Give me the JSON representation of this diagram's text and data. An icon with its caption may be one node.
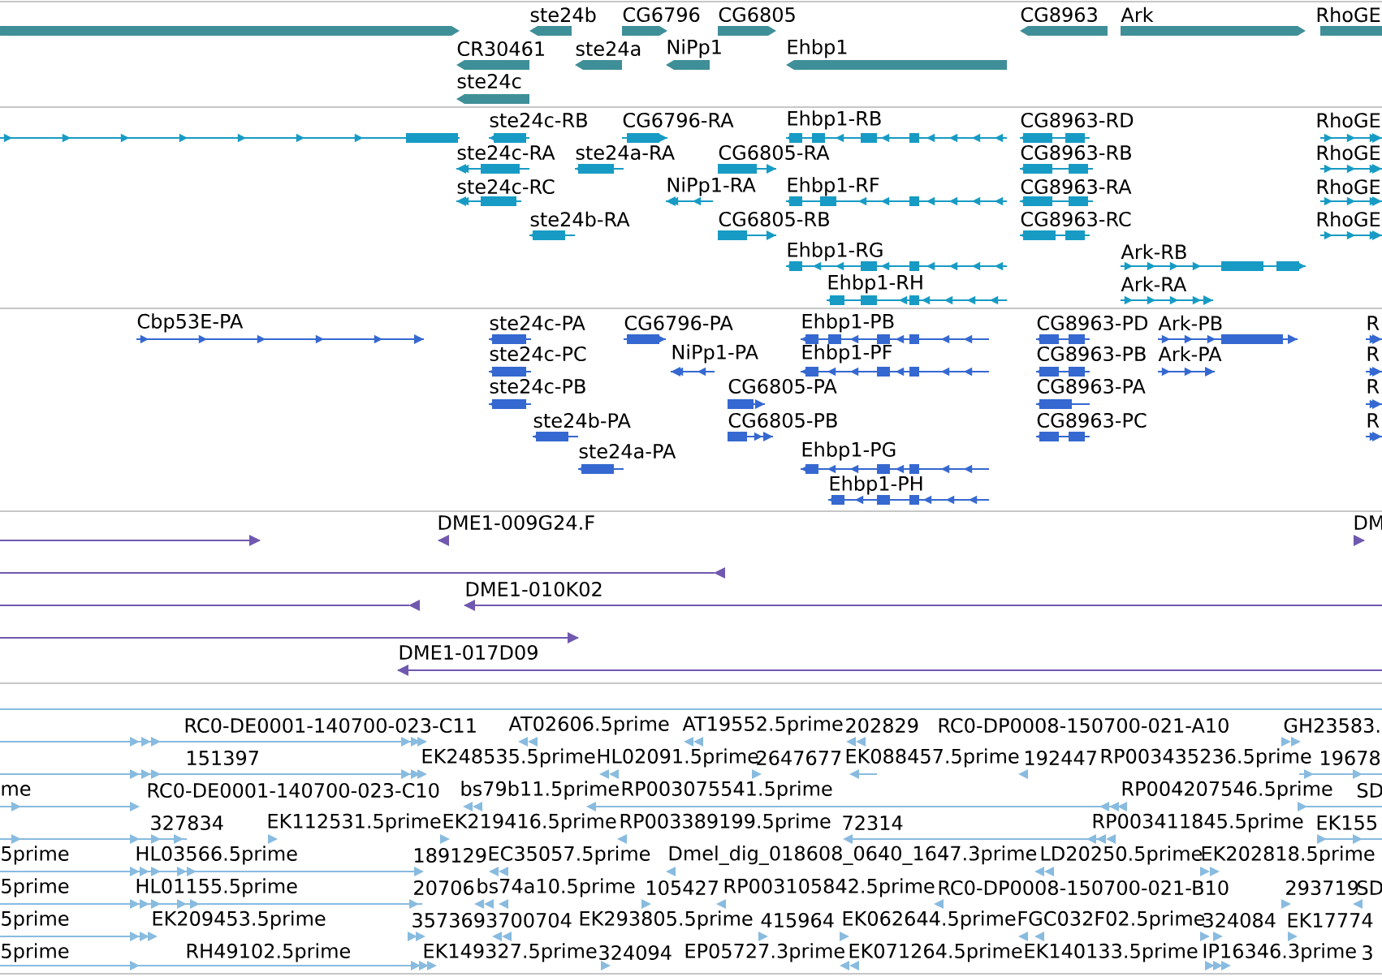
{
  "diagram": {
    "labels": [
      "ste24b",
      "CG6796",
      "CG6805",
      "CG8963",
      "Ark",
      "RhoGE",
      "CR30461",
      "ste24a",
      "NiPp1",
      "Ehbp1",
      "ste24c",
      "ste24c-RB",
      "CG6796-RA",
      "Ehbp1-RB",
      "CG8963-RD",
      "RhoGE",
      "ste24c-RA",
      "ste24a-RA",
      "CG6805-RA",
      "CG8963-RB",
      "RhoGE",
      "ste24c-RC",
      "NiPp1-RA",
      "Ehbp1-RF",
      "CG8963-RA",
      "RhoGE",
      "ste24b-RA",
      "CG6805-RB",
      "CG8963-RC",
      "RhoGE",
      "Ehbp1-RG",
      "Ark-RB",
      "Ehbp1-RH",
      "Ark-RA",
      "Cbp53E-PA",
      "ste24c-PA",
      "CG6796-PA",
      "Ehbp1-PB",
      "CG8963-PD",
      "Ark-PB",
      "R",
      "ste24c-PC",
      "NiPp1-PA",
      "Ehbp1-PF",
      "CG8963-PB",
      "Ark-PA",
      "R",
      "ste24c-PB",
      "CG6805-PA",
      "CG8963-PA",
      "R",
      "ste24b-PA",
      "CG6805-PB",
      "CG8963-PC",
      "R",
      "ste24a-PA",
      "Ehbp1-PG",
      "Ehbp1-PH",
      "DME1-009G24.F",
      "DM",
      "DME1-010K02",
      "DME1-017D09",
      "RC0-DE0001-140700-023-C11",
      "AT02606.5prime",
      "AT19552.5prime",
      "202829",
      "RC0-DP0008-150700-021-A10",
      "GH23583.",
      "151397",
      "EK248535.5prime",
      "HL02091.5prime",
      "2647677",
      "EK088457.5prime",
      "192447",
      "RP003435236.5prime",
      "19678",
      "me",
      "RC0-DE0001-140700-023-C10",
      "bs79b11.5prime",
      "RP003075541.5prime",
      "RP004207546.5prime",
      "SD",
      "327834",
      "EK112531.5prime",
      "EK219416.5prime",
      "RP003389199.5prime",
      "72314",
      "RP003411845.5prime",
      "EK155",
      "5prime",
      "HL03566.5prime",
      "189129",
      "EC35057.5prime",
      "Dmel_dig_018608_0640_1647.3prime",
      "LD20250.5prime",
      "EK202818.5prime",
      "5prime",
      "HL01155.5prime",
      "20706",
      "bs74a10.5prime",
      "105427",
      "RP003105842.5prime",
      "RC0-DP0008-150700-021-B10",
      "293719",
      "SD",
      "5prime",
      "EK209453.5prime",
      "3573693700704",
      "EK293805.5prime",
      "415964",
      "EK062644.5prime",
      "FGC032F02.5prime",
      "324084",
      "EK17774",
      "5prime",
      "RH49102.5prime",
      "EK149327.5prime",
      "324094",
      "EP05727.3prime",
      "EK071264.5prime",
      "EK140133.5prime",
      "IP16346.3prime",
      "3"
    ]
  }
}
